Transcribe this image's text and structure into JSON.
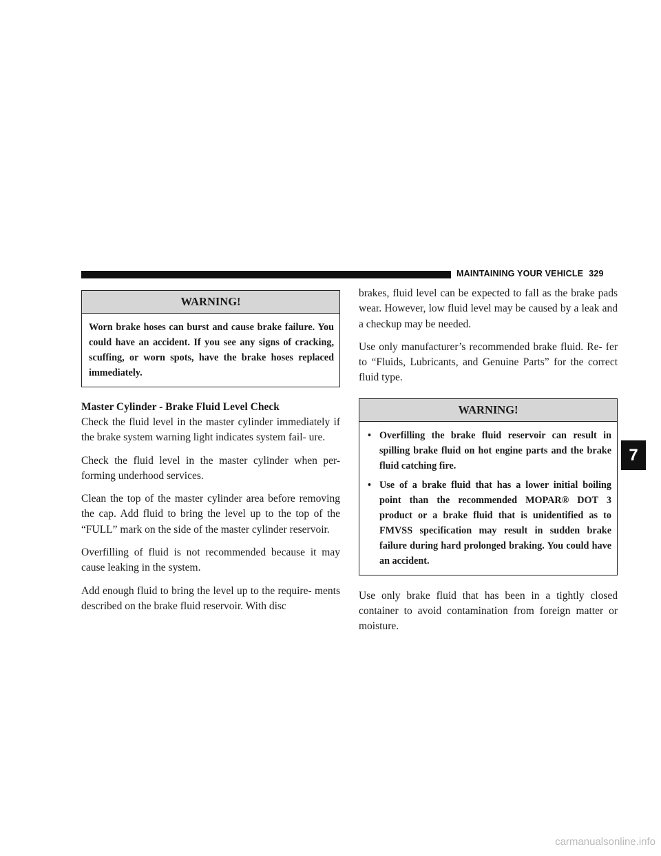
{
  "header": {
    "section_title": "MAINTAINING YOUR VEHICLE",
    "page_number": "329"
  },
  "left_column": {
    "warning": {
      "title": "WARNING!",
      "text": "Worn brake hoses can burst and cause brake failure. You could have an accident. If you see any signs of cracking, scuffing, or worn spots, have the brake hoses replaced immediately."
    },
    "heading": "Master Cylinder - Brake Fluid Level Check",
    "paragraphs": [
      "Check the fluid level in the master cylinder immediately if the brake system warning light indicates system fail- ure.",
      "Check the fluid level in the master cylinder when per- forming underhood services.",
      "Clean the top of the master cylinder area before removing the cap. Add fluid to bring the level up to the top of the “FULL” mark on the side of the master cylinder reservoir.",
      "Overfilling of fluid is not recommended because it may cause leaking in the system.",
      "Add enough fluid to bring the level up to the require- ments described on the brake fluid reservoir. With disc"
    ]
  },
  "right_column": {
    "paragraphs": [
      "brakes, fluid level can be expected to fall as the brake pads wear. However, low fluid level may be caused by a leak and a checkup may be needed.",
      "Use only manufacturer’s recommended brake fluid. Re- fer to “Fluids, Lubricants, and Genuine Parts” for the correct fluid type."
    ],
    "warning": {
      "title": "WARNING!",
      "bullet_symbol": "•",
      "bullets": [
        "Overfilling the brake fluid reservoir can result in spilling brake fluid on hot engine parts and the brake fluid catching fire.",
        "Use of a brake fluid that has a lower initial boiling point than the recommended MOPAR® DOT 3 product or a brake fluid that is unidentified as to FMVSS specification may result in sudden brake failure during hard prolonged braking. You could have an accident."
      ]
    },
    "closing_paragraph": "Use only brake fluid that has been in a tightly closed container to avoid contamination from foreign matter or moisture."
  },
  "chapter_tab": "7",
  "watermark": "carmanualsonline.info"
}
